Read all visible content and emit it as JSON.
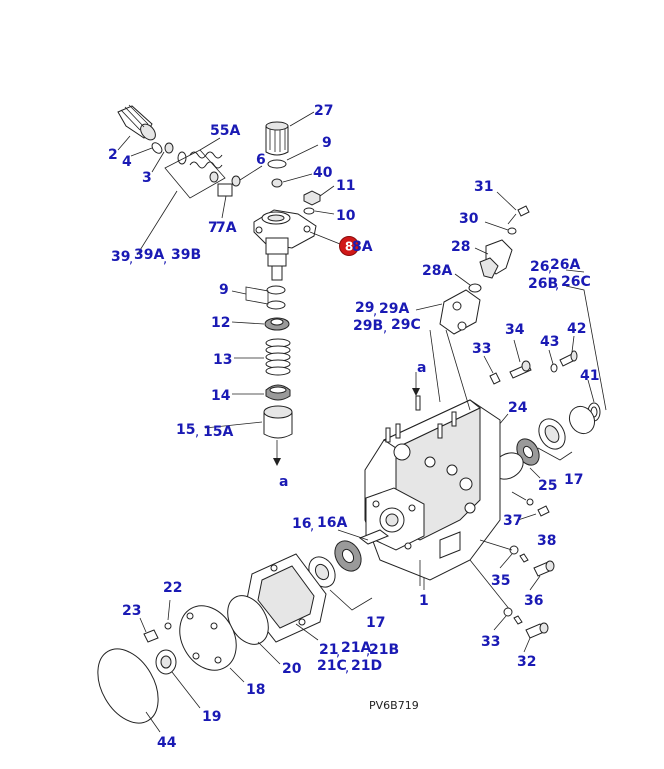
{
  "drawing_code": "PV6B719",
  "highlight": {
    "label": "8",
    "color": "#d01818"
  },
  "flow_marker": "a",
  "labels": {
    "p2": "2",
    "p4": "4",
    "p3": "3",
    "p55A": "55A",
    "p6": "6",
    "p27": "27",
    "p9top": "9",
    "p40": "40",
    "p11": "11",
    "p10": "10",
    "p7": "7",
    "p7A": "7A",
    "p8A": "8A",
    "p39": "39",
    "p39A": "39A",
    "p39B": "39B",
    "p9mid": "9",
    "p12": "12",
    "p13": "13",
    "p14": "14",
    "p15": "15",
    "p15A": "15A",
    "p31": "31",
    "p30": "30",
    "p28": "28",
    "p28A": "28A",
    "p26": "26",
    "p26A": "26A",
    "p26B": "26B",
    "p26C": "26C",
    "p29": "29",
    "p29A": "29A",
    "p29B": "29B",
    "p29C": "29C",
    "p33top": "33",
    "p34": "34",
    "p43": "43",
    "p42": "42",
    "p41": "41",
    "p24": "24",
    "p25": "25",
    "p17right": "17",
    "p16": "16",
    "p16A": "16A",
    "p37": "37",
    "p38": "38",
    "p35": "35",
    "p36": "36",
    "p1": "1",
    "p17low": "17",
    "p22": "22",
    "p23": "23",
    "p21": "21",
    "p21A": "21A",
    "p21B": "21B",
    "p21C": "21C",
    "p21D": "21D",
    "p20": "20",
    "p18": "18",
    "p19": "19",
    "p44": "44",
    "p33low": "33",
    "p32": "32"
  },
  "separator": ","
}
